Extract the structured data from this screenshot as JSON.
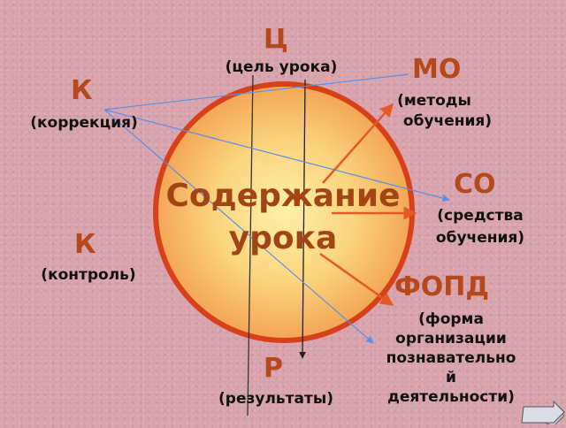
{
  "center": {
    "line1": "Содержание",
    "line2": "урока"
  },
  "nodes": {
    "tsel": {
      "abbr": "Ц",
      "desc": "(цель урока)"
    },
    "metody": {
      "abbr": "МО",
      "desc_line1": "(методы",
      "desc_line2": "обучения)"
    },
    "korrektsiya": {
      "abbr": "К",
      "desc": "(коррекция)"
    },
    "sredstva": {
      "abbr": "СО",
      "desc_line1": "(средства",
      "desc_line2": "обучения)"
    },
    "kontrol": {
      "abbr": "К",
      "desc": "(контроль)"
    },
    "fopd": {
      "abbr": "ФОПД",
      "desc_lines": [
        "(форма",
        "организации",
        "познавательно",
        "й",
        "деятельности)"
      ]
    },
    "rezultaty": {
      "abbr": "Р",
      "desc": "(результаты)"
    }
  },
  "colors": {
    "circle_fill_center": "#fff1a8",
    "circle_fill_edge": "#f4a858",
    "circle_stroke": "#d8401a",
    "accent_text": "#b5491b",
    "orange_arrow": "#e35a26",
    "blue_line": "#5a8fe8",
    "dark_line": "#333333"
  },
  "controls": {
    "next_icon": "next-slide-icon"
  }
}
